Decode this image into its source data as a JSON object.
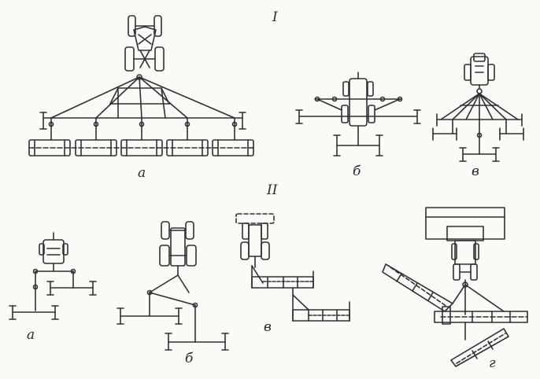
{
  "sections": [
    {
      "id": "I",
      "label": "I",
      "sub_labels": [
        "а",
        "б",
        "в"
      ]
    },
    {
      "id": "II",
      "label": "II",
      "sub_labels": [
        "а",
        "б",
        "в",
        "г"
      ]
    }
  ],
  "colors": {
    "ink": "#2f2f2f",
    "paper": "#fbfaf7"
  }
}
